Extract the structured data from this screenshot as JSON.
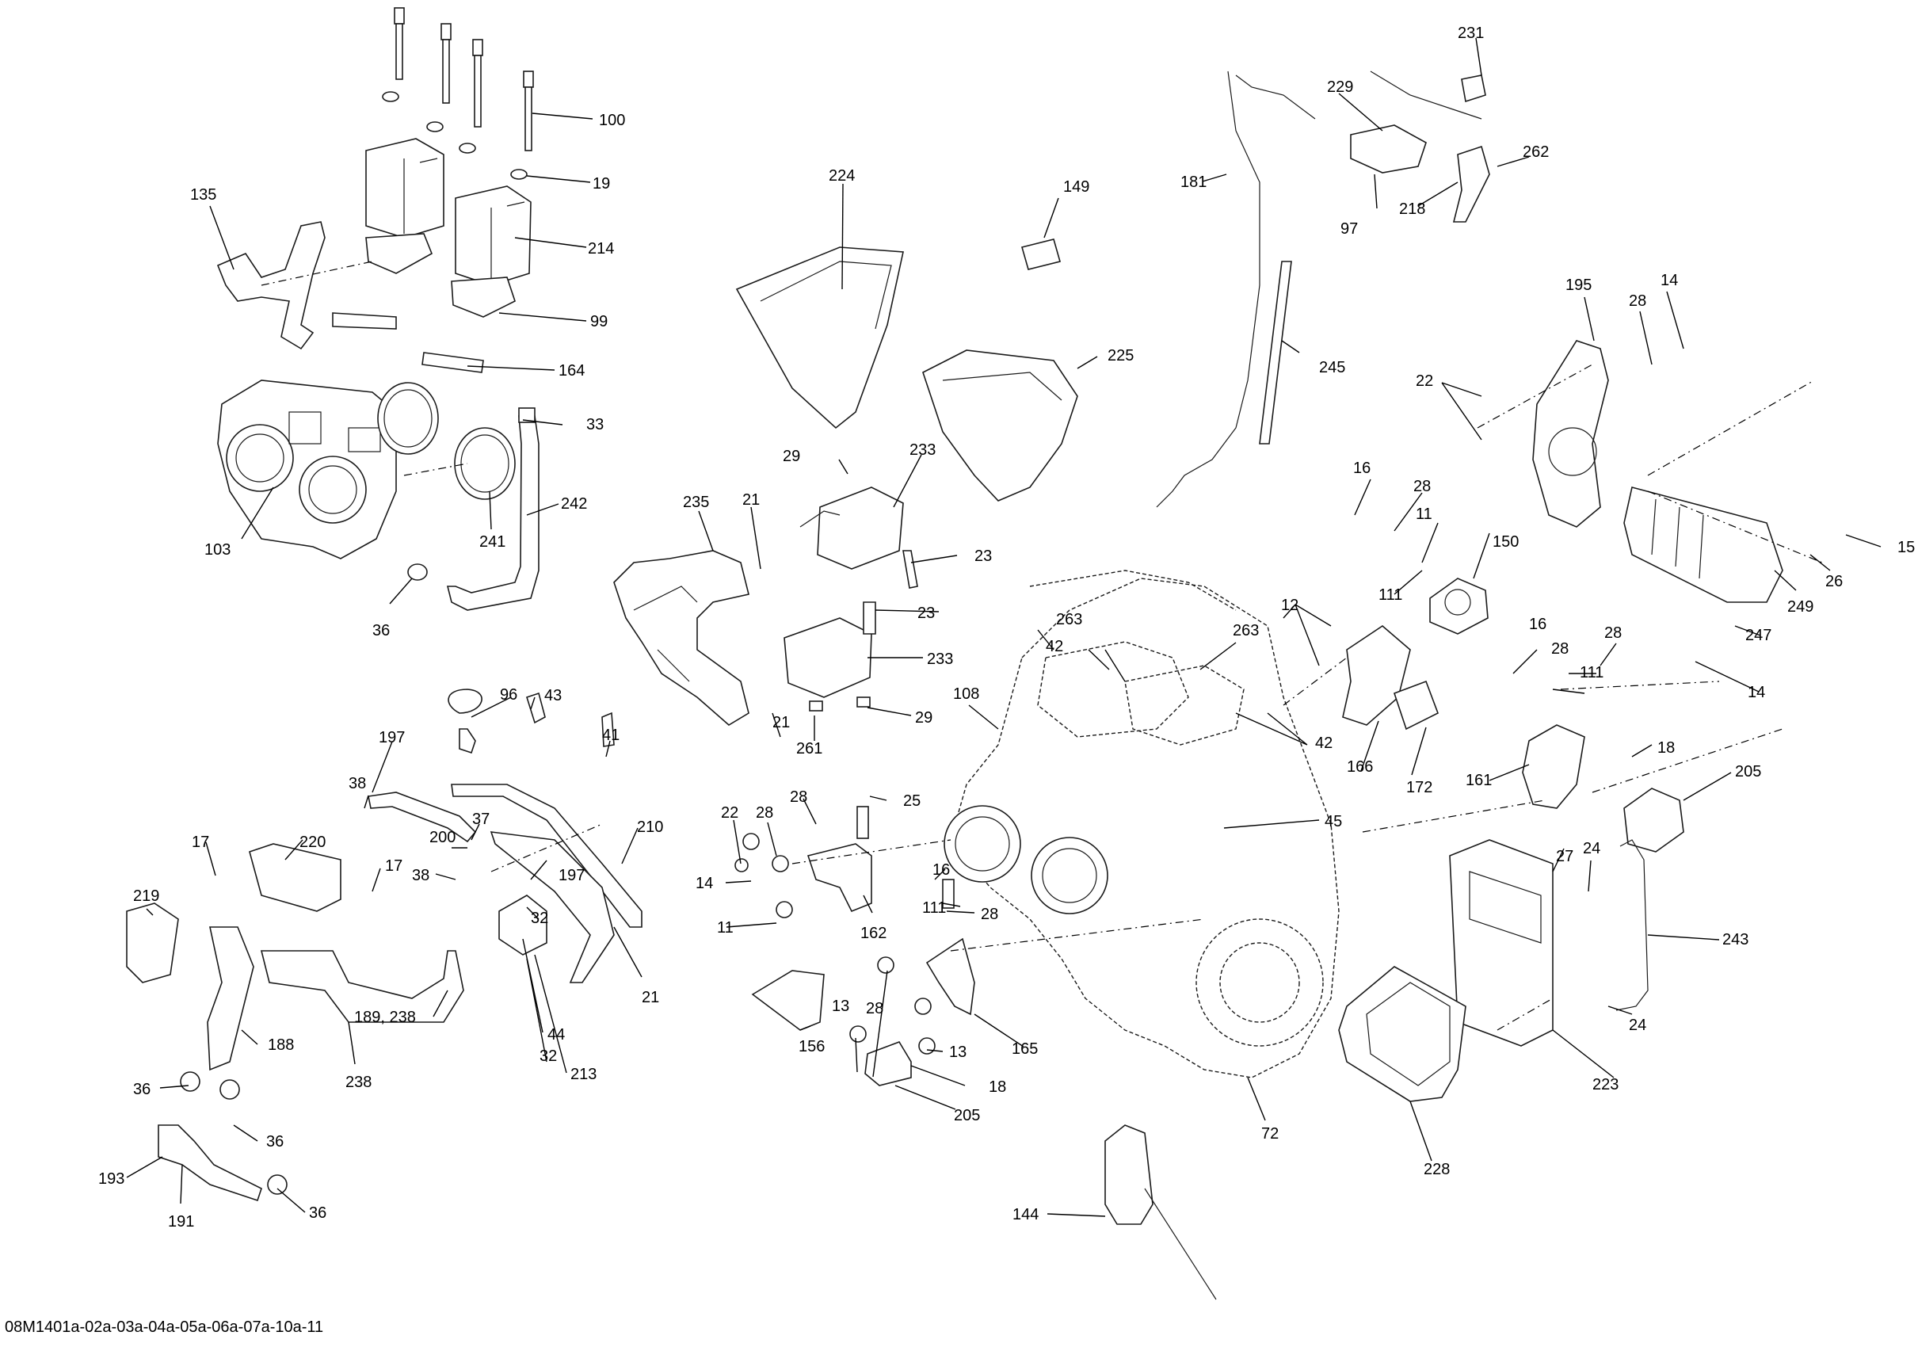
{
  "document_code": "08M1401a-02a-03a-04a-05a-06a-07a-10a-11",
  "callouts": [
    {
      "id": "c100",
      "label": "100"
    },
    {
      "id": "c19",
      "label": "19"
    },
    {
      "id": "c214",
      "label": "214"
    },
    {
      "id": "c135",
      "label": "135"
    },
    {
      "id": "c99",
      "label": "99"
    },
    {
      "id": "c164",
      "label": "164"
    },
    {
      "id": "c33",
      "label": "33"
    },
    {
      "id": "c103",
      "label": "103"
    },
    {
      "id": "c241",
      "label": "241"
    },
    {
      "id": "c242",
      "label": "242"
    },
    {
      "id": "c36a",
      "label": "36"
    },
    {
      "id": "c224",
      "label": "224"
    },
    {
      "id": "c149",
      "label": "149"
    },
    {
      "id": "c225",
      "label": "225"
    },
    {
      "id": "c29a",
      "label": "29"
    },
    {
      "id": "c233a",
      "label": "233"
    },
    {
      "id": "c235",
      "label": "235"
    },
    {
      "id": "c21a",
      "label": "21"
    },
    {
      "id": "c23a",
      "label": "23"
    },
    {
      "id": "c23b",
      "label": "23"
    },
    {
      "id": "c233b",
      "label": "233"
    },
    {
      "id": "c29b",
      "label": "29"
    },
    {
      "id": "c21b",
      "label": "21"
    },
    {
      "id": "c261",
      "label": "261"
    },
    {
      "id": "c181",
      "label": "181"
    },
    {
      "id": "c229",
      "label": "229"
    },
    {
      "id": "c231",
      "label": "231"
    },
    {
      "id": "c97",
      "label": "97"
    },
    {
      "id": "c218",
      "label": "218"
    },
    {
      "id": "c262",
      "label": "262"
    },
    {
      "id": "c245",
      "label": "245"
    },
    {
      "id": "c195",
      "label": "195"
    },
    {
      "id": "c28a",
      "label": "28"
    },
    {
      "id": "c14a",
      "label": "14"
    },
    {
      "id": "c22a",
      "label": "22"
    },
    {
      "id": "c16a",
      "label": "16"
    },
    {
      "id": "c28b",
      "label": "28"
    },
    {
      "id": "c11a",
      "label": "11"
    },
    {
      "id": "c150",
      "label": "150"
    },
    {
      "id": "c111a",
      "label": "111"
    },
    {
      "id": "c15",
      "label": "15"
    },
    {
      "id": "c26",
      "label": "26"
    },
    {
      "id": "c249",
      "label": "249"
    },
    {
      "id": "c247",
      "label": "247"
    },
    {
      "id": "c12",
      "label": "12"
    },
    {
      "id": "c263a",
      "label": "263"
    },
    {
      "id": "c263b",
      "label": "263"
    },
    {
      "id": "c42a",
      "label": "42"
    },
    {
      "id": "c42b",
      "label": "42"
    },
    {
      "id": "c166",
      "label": "166"
    },
    {
      "id": "c172",
      "label": "172"
    },
    {
      "id": "c16b",
      "label": "16"
    },
    {
      "id": "c28c",
      "label": "28"
    },
    {
      "id": "c28d",
      "label": "28"
    },
    {
      "id": "c111b",
      "label": "111"
    },
    {
      "id": "c14b",
      "label": "14"
    },
    {
      "id": "c161",
      "label": "161"
    },
    {
      "id": "c18a",
      "label": "18"
    },
    {
      "id": "c205a",
      "label": "205"
    },
    {
      "id": "c108",
      "label": "108"
    },
    {
      "id": "c45",
      "label": "45"
    },
    {
      "id": "c96",
      "label": "96"
    },
    {
      "id": "c43",
      "label": "43"
    },
    {
      "id": "c41",
      "label": "41"
    },
    {
      "id": "c197a",
      "label": "197"
    },
    {
      "id": "c38a",
      "label": "38"
    },
    {
      "id": "c210",
      "label": "210"
    },
    {
      "id": "c17a",
      "label": "17"
    },
    {
      "id": "c220",
      "label": "220"
    },
    {
      "id": "c17b",
      "label": "17"
    },
    {
      "id": "c200",
      "label": "200"
    },
    {
      "id": "c37",
      "label": "37"
    },
    {
      "id": "c38b",
      "label": "38"
    },
    {
      "id": "c197b",
      "label": "197"
    },
    {
      "id": "c32a",
      "label": "32"
    },
    {
      "id": "c21c",
      "label": "21"
    },
    {
      "id": "c219",
      "label": "219"
    },
    {
      "id": "c189",
      "label": "189, 238"
    },
    {
      "id": "c188",
      "label": "188"
    },
    {
      "id": "c44",
      "label": "44"
    },
    {
      "id": "c32b",
      "label": "32"
    },
    {
      "id": "c213",
      "label": "213"
    },
    {
      "id": "c238",
      "label": "238"
    },
    {
      "id": "c36b",
      "label": "36"
    },
    {
      "id": "c36c",
      "label": "36"
    },
    {
      "id": "c193",
      "label": "193"
    },
    {
      "id": "c36d",
      "label": "36"
    },
    {
      "id": "c191",
      "label": "191"
    },
    {
      "id": "c28e",
      "label": "28"
    },
    {
      "id": "c25",
      "label": "25"
    },
    {
      "id": "c22b",
      "label": "22"
    },
    {
      "id": "c28f",
      "label": "28"
    },
    {
      "id": "c14c",
      "label": "14"
    },
    {
      "id": "c16c",
      "label": "16"
    },
    {
      "id": "c11b",
      "label": "11"
    },
    {
      "id": "c111c",
      "label": "111"
    },
    {
      "id": "c28g",
      "label": "28"
    },
    {
      "id": "c162",
      "label": "162"
    },
    {
      "id": "c13a",
      "label": "13"
    },
    {
      "id": "c28h",
      "label": "28"
    },
    {
      "id": "c13b",
      "label": "13"
    },
    {
      "id": "c156",
      "label": "156"
    },
    {
      "id": "c165",
      "label": "165"
    },
    {
      "id": "c18b",
      "label": "18"
    },
    {
      "id": "c205b",
      "label": "205"
    },
    {
      "id": "c72",
      "label": "72"
    },
    {
      "id": "c27",
      "label": "27"
    },
    {
      "id": "c24a",
      "label": "24"
    },
    {
      "id": "c243",
      "label": "243"
    },
    {
      "id": "c24b",
      "label": "24"
    },
    {
      "id": "c223",
      "label": "223"
    },
    {
      "id": "c228",
      "label": "228"
    },
    {
      "id": "c144",
      "label": "144"
    }
  ]
}
